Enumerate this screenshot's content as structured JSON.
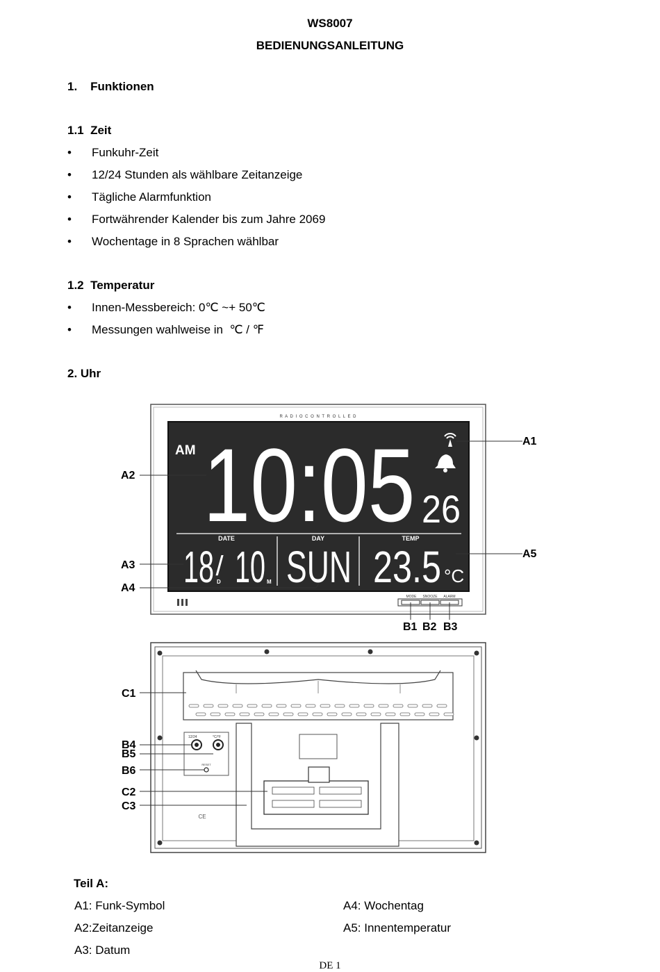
{
  "header": {
    "model": "WS8007",
    "subtitle": "BEDIENUNGSANLEITUNG"
  },
  "sections": {
    "s1": "1.    Funktionen",
    "s11": "1.1  Zeit",
    "s11_items": [
      "Funkuhr-Zeit",
      "12/24 Stunden als wählbare Zeitanzeige",
      "Tägliche Alarmfunktion",
      "Fortwährender Kalender bis zum Jahre 2069",
      "Wochentage in 8 Sprachen wählbar"
    ],
    "s12": "1.2  Temperatur",
    "s12_items": [
      "Innen-Messbereich: 0℃ ~+ 50℃",
      "Messungen wahlweise in  ℃ / ℉"
    ],
    "s2": "2. Uhr"
  },
  "bullet": "•",
  "clock": {
    "radio_label": "R   A   D   I   O        C   O   N   T   R   O   L   L   E   D",
    "ampm": "AM",
    "time": "10:05",
    "seconds": "26",
    "date_label": "DATE",
    "day_label": "DAY",
    "temp_label": "TEMP",
    "date_d": "18",
    "date_slash": "/",
    "date_m": "10",
    "d_small": "D",
    "m_small": "M",
    "day": "SUN",
    "temp": "23.5",
    "temp_unit": "°C",
    "buttons": [
      "MODE",
      "SNOOZE",
      "ALARM"
    ]
  },
  "back": {
    "switch_a": "12/24",
    "switch_b": "°C/°F",
    "reset": "RESET",
    "ce": "CE"
  },
  "callouts": {
    "A1": "A1",
    "A2": "A2",
    "A3": "A3",
    "A4": "A4",
    "A5": "A5",
    "B1": "B1",
    "B2": "B2",
    "B3": "B3",
    "B4": "B4",
    "B5": "B5",
    "B6": "B6",
    "C1": "C1",
    "C2": "C2",
    "C3": "C3"
  },
  "legend": {
    "title": "Teil A:",
    "left": [
      "A1: Funk-Symbol",
      "A2:Zeitanzeige",
      "A3: Datum"
    ],
    "right": [
      "A4: Wochentag",
      "A5: Innentemperatur"
    ]
  },
  "footer": "DE 1"
}
